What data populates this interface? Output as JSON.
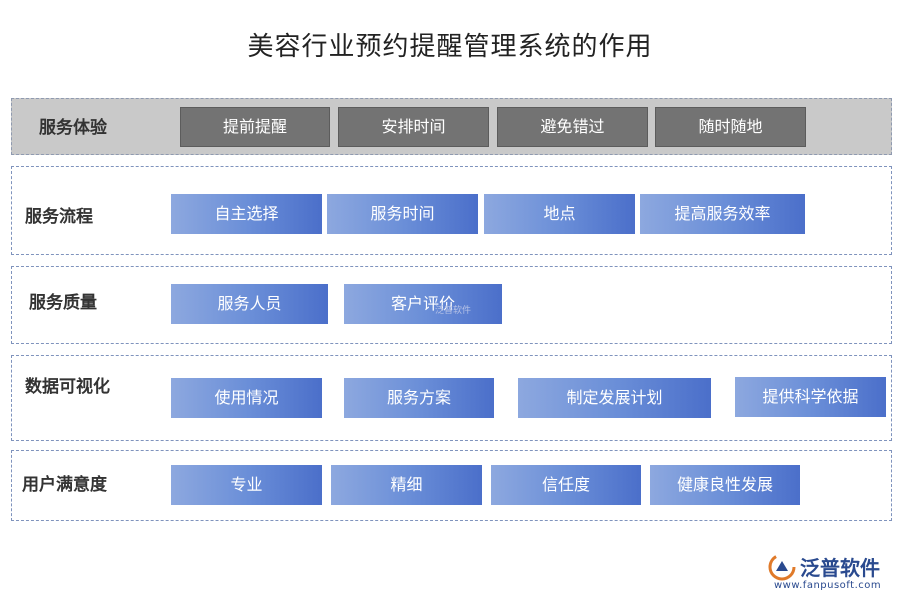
{
  "title": "美容行业预约提醒管理系统的作用",
  "rows": [
    {
      "label": "服务体验",
      "items": [
        "提前提醒",
        "安排时间",
        "避免错过",
        "随时随地"
      ]
    },
    {
      "label": "服务流程",
      "items": [
        "自主选择",
        "服务时间",
        "地点",
        "提高服务效率"
      ]
    },
    {
      "label": "服务质量",
      "items": [
        "服务人员",
        "客户评价"
      ]
    },
    {
      "label": "数据可视化",
      "items": [
        "使用情况",
        "服务方案",
        "制定发展计划",
        "提供科学依据"
      ]
    },
    {
      "label": "用户满意度",
      "items": [
        "专业",
        "精细",
        "信任度",
        "健康良性发展"
      ]
    }
  ],
  "logo": {
    "name": "泛普软件",
    "url": "www.fanpusoft.com",
    "watermark": "泛普软件"
  },
  "colors": {
    "gray_box": "#737373",
    "blue_start": "#8da8df",
    "blue_end": "#4b6fca",
    "border": "#7f93bd"
  }
}
